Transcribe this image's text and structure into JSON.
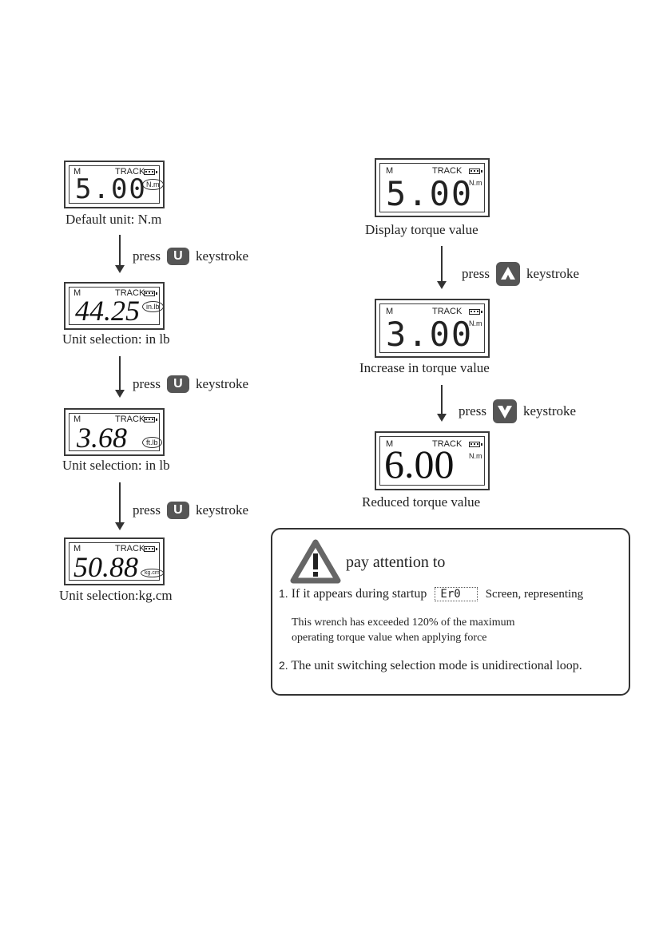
{
  "lcd_labels": {
    "mode": "M",
    "track": "TRACK"
  },
  "left_column": [
    {
      "value": "5.00",
      "unit": "N.m",
      "caption": "Default unit: N.m"
    },
    {
      "value": "44.25",
      "unit": "in.lb",
      "caption": "Unit selection: in lb"
    },
    {
      "value": "3.68",
      "unit": "ft.lb",
      "caption": "Unit selection: in lb"
    },
    {
      "value": "50.88",
      "unit": "kg.cm",
      "caption": "Unit selection:kg.cm"
    }
  ],
  "right_column": [
    {
      "value": "5.00",
      "unit": "N.m",
      "caption": "Display torque value"
    },
    {
      "value": "3.00",
      "unit": "N.m",
      "caption": "Increase in torque value"
    },
    {
      "value": "6.00",
      "unit": "N.m",
      "caption": "Reduced torque value"
    }
  ],
  "press_steps": {
    "press": "press",
    "keystroke": "keystroke",
    "u_key": "U"
  },
  "notice": {
    "title": "pay attention to",
    "item1_num": "1.",
    "item1_text": "If it appears during startup",
    "error_code": "Er0",
    "item1_after": "Screen, representing",
    "item1_detail_line1": "This wrench has exceeded 120% of the maximum",
    "item1_detail_line2": "operating torque value when applying force",
    "item2_num": "2.",
    "item2_text": "The unit switching selection mode is unidirectional loop."
  },
  "icons": [
    "warning-triangle-icon",
    "up-arrow-key-icon",
    "down-arrow-key-icon",
    "battery-icon"
  ]
}
